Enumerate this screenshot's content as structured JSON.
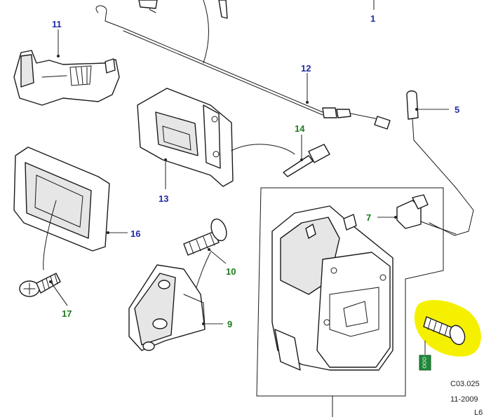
{
  "callouts": {
    "c1": "1",
    "c5": "5",
    "c7": "7",
    "c9": "9",
    "c10": "10",
    "c11": "11",
    "c12": "12",
    "c13": "13",
    "c14": "14",
    "c16": "16",
    "c17": "17"
  },
  "callout_colors": {
    "blue": "#1f2aa6",
    "green": "#1d7a1d"
  },
  "highlight_color": "#f5f000",
  "badge": {
    "text": "OOO",
    "color": "#1e8a3a"
  },
  "stamp": {
    "code": "C03.025",
    "date": "11-2009",
    "rev": "L6"
  }
}
